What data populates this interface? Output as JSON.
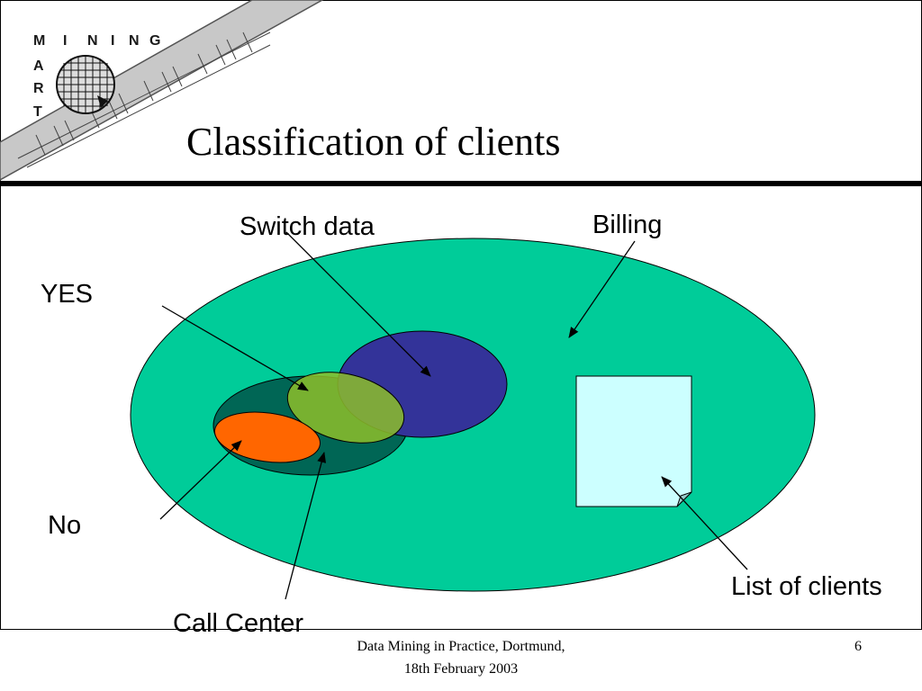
{
  "logo": {
    "row_letters": [
      "M",
      "I",
      "N",
      "I",
      "N",
      "G"
    ],
    "column_letters": [
      "A",
      "R",
      "T"
    ]
  },
  "title": "Classification of clients",
  "labels": {
    "switch_data": "Switch data",
    "billing": "Billing",
    "yes": "YES",
    "no": "No",
    "call_center": "Call Center",
    "list_of_clients": "List of clients"
  },
  "footer": {
    "line1": "Data Mining in Practice, Dortmund,",
    "line2": "18th February 2003",
    "page_number": "6"
  },
  "colors": {
    "billing_ellipse": "#00CC99",
    "switch_data_ellipse": "#333399",
    "call_center_ellipse": "#006655",
    "yes_ellipse": "#7FB52A",
    "no_ellipse": "#FF6600",
    "list_document": "#CCFFFF"
  }
}
